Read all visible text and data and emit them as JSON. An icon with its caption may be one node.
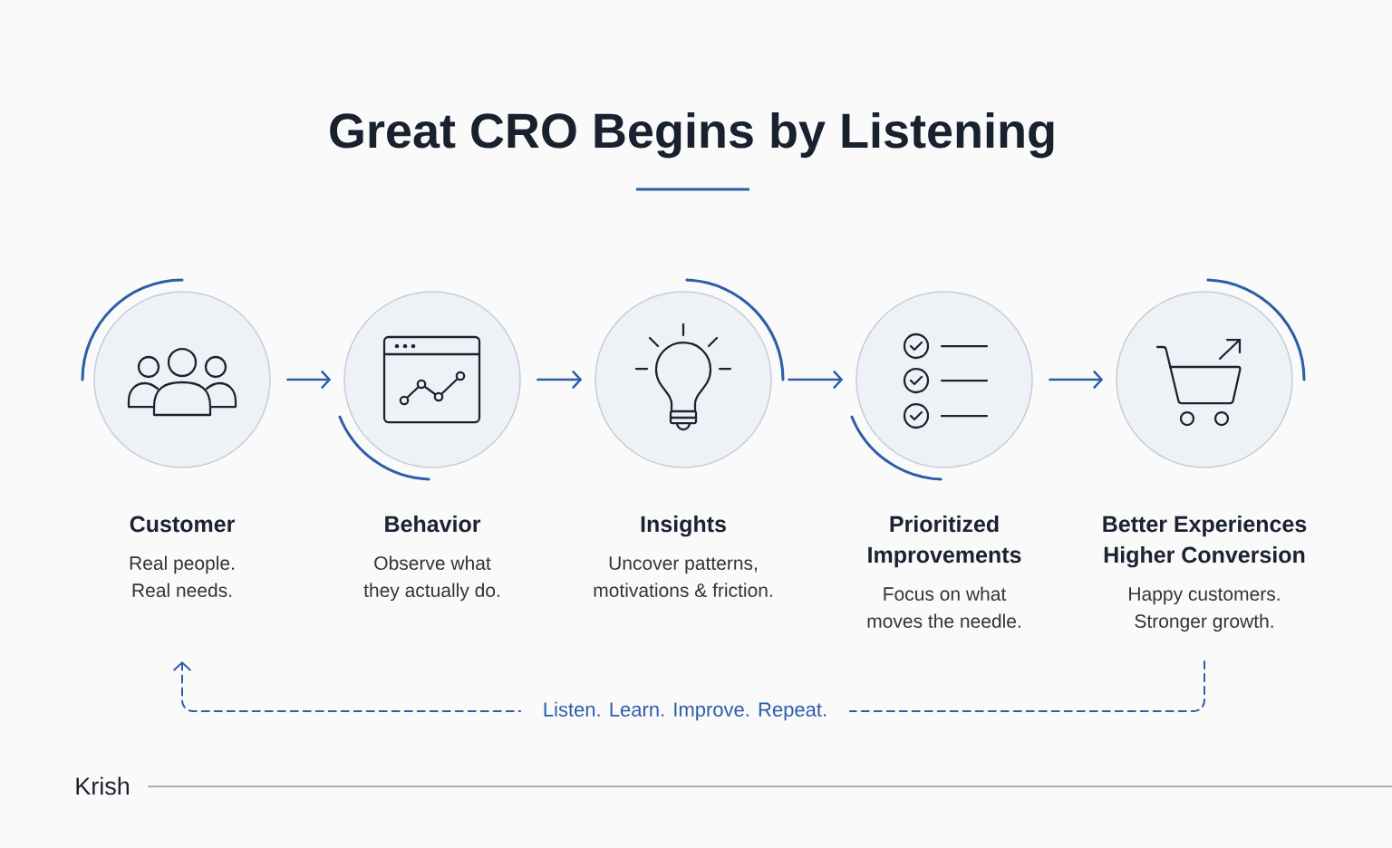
{
  "diagram": {
    "title": "Great CRO Begins by Listening",
    "nodes": [
      {
        "text": [
          "Customer",
          "Real people. Real needs."
        ]
      },
      {
        "text": [
          "Behavior",
          "Observe what they actually do."
        ]
      },
      {
        "text": [
          "Insights",
          "Uncover patterns, motivations & friction."
        ]
      },
      {
        "text": [
          "Prioritized Improvements",
          "Focus on what moves the needle."
        ]
      },
      {
        "text": [
          "Better Experiences Higher Conversion",
          "Happy customers. Stronger growth."
        ]
      }
    ],
    "edges": [
      {
        "from": 0,
        "to": 1,
        "arrow": "to"
      },
      {
        "from": 1,
        "to": 2,
        "arrow": "to"
      },
      {
        "from": 2,
        "to": 3,
        "arrow": "to"
      },
      {
        "from": 3,
        "to": 4,
        "arrow": "to"
      },
      {
        "from": 4,
        "to": 0,
        "arrow": "to",
        "label": "Listen. Learn. Improve. Repeat.",
        "style": "dashed"
      }
    ],
    "labels": [
      "Krish"
    ]
  }
}
